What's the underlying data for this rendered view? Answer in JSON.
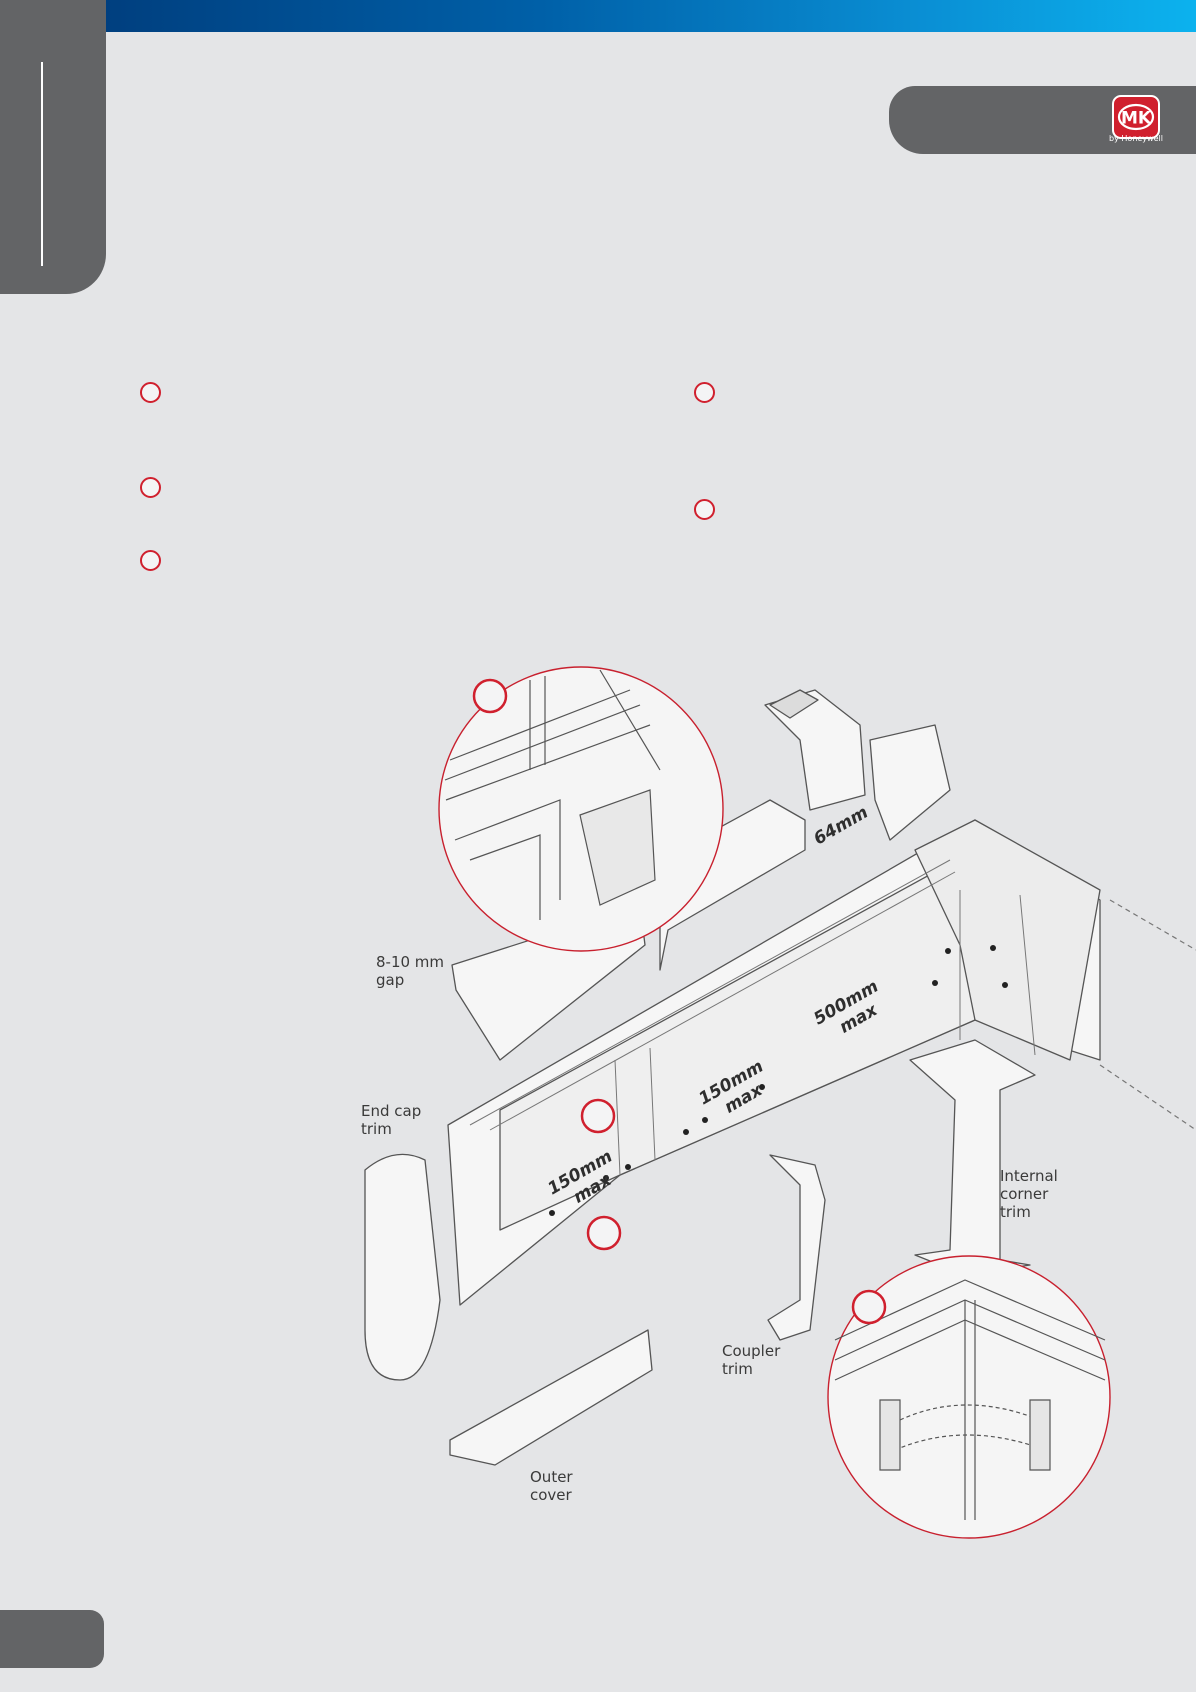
{
  "brand": {
    "logo_text": "MK",
    "byline": "by Honeywell",
    "logo_color": "#d0202e",
    "tab_color": "#636466",
    "header_gradient": [
      "#003f7f",
      "#0cb2ee"
    ]
  },
  "figure": {
    "labels": {
      "gap": "8-10 mm\ngap",
      "end_cap": "End cap\ntrim",
      "internal_corner": "Internal\ncorner\ntrim",
      "coupler": "Coupler\ntrim",
      "outer_cover": "Outer\ncover"
    },
    "dimensions": {
      "cover_width": "64mm",
      "spacing_a": "150mm\nmax",
      "spacing_b": "150mm\nmax",
      "spacing_c": "500mm\nmax"
    },
    "marker_color": "#d0202e"
  }
}
